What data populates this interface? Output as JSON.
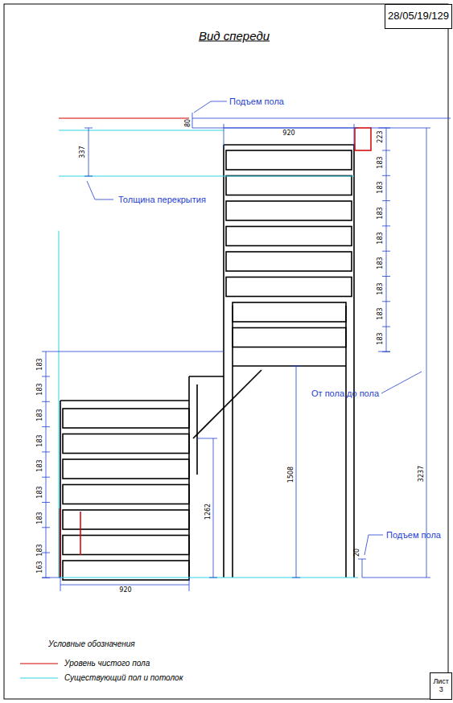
{
  "diagram": {
    "title": "Вид спереди",
    "nodes": [
      {
        "text": [
          "28/05/19/129"
        ]
      },
      {
        "text": [
          "Лист",
          "3"
        ]
      }
    ],
    "labels": [
      "Подъем пола",
      "80",
      "920",
      "223",
      "183",
      "183",
      "183",
      "183",
      "183",
      "183",
      "183",
      "183",
      "337",
      "Толщина перекрытия",
      "От пола до пола",
      "3237",
      "183",
      "183",
      "183",
      "183",
      "183",
      "183",
      "183",
      "183",
      "163",
      "1262",
      "1508",
      "Подъем пола",
      "20",
      "920",
      "Условные обозначения"
    ],
    "legend": [
      {
        "text": "Уровень чистого пола"
      },
      {
        "text": "Существующий пол и потолок"
      }
    ]
  }
}
